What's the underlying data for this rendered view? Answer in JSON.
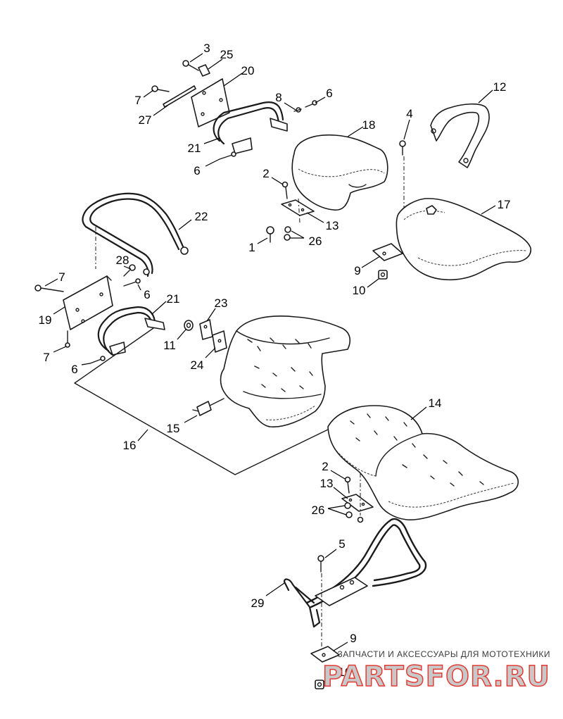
{
  "callouts": {
    "c1": "1",
    "c2a": "2",
    "c2b": "2",
    "c3": "3",
    "c4": "4",
    "c5": "5",
    "c6a": "6",
    "c6b": "6",
    "c6c": "6",
    "c6d": "6",
    "c7a": "7",
    "c7b": "7",
    "c7c": "7",
    "c8": "8",
    "c9a": "9",
    "c9b": "9",
    "c10a": "10",
    "c10b": "10",
    "c11": "11",
    "c12": "12",
    "c13a": "13",
    "c13b": "13",
    "c14": "14",
    "c15": "15",
    "c16": "16",
    "c17": "17",
    "c18": "18",
    "c19": "19",
    "c20": "20",
    "c21a": "21",
    "c21b": "21",
    "c22": "22",
    "c23": "23",
    "c24": "24",
    "c25": "25",
    "c26a": "26",
    "c26b": "26",
    "c27": "27",
    "c28": "28",
    "c29": "29"
  },
  "watermark": {
    "tagline": "ЗАПЧАСТИ И АКСЕССУАРЫ ДЛЯ МОТОТЕХНИКИ",
    "logo": "PARTSFOR.RU"
  },
  "colors": {
    "line": "#1a1a1a",
    "watermark_red": "#e43b34",
    "watermark_fill": "#c8c8c8"
  }
}
